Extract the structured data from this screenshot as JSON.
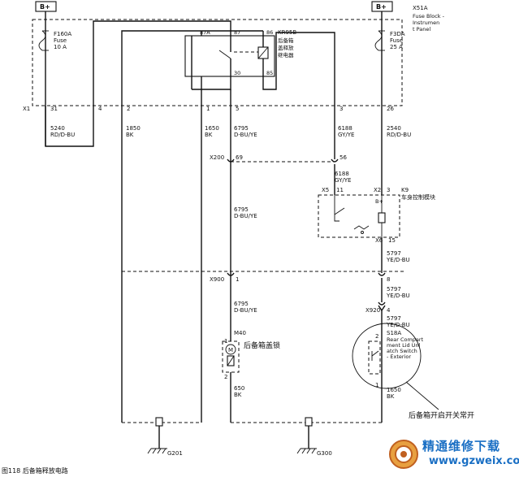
{
  "power": {
    "left": "B+",
    "right": "B+"
  },
  "fuse_block": {
    "id": "X51A",
    "name": "Fuse Block - Instrument Panel",
    "name_line1": "Fuse Block -",
    "name_line2": "Instrumen",
    "name_line3": "t Panel"
  },
  "fuse_left": {
    "id": "F160A",
    "type": "Fuse",
    "rating": "10 A"
  },
  "fuse_right": {
    "id": "F3DA",
    "type": "Fuse",
    "rating": "25 A"
  },
  "relay": {
    "id": "KR95B",
    "label_line1": "后备箱",
    "label_line2": "盖释放",
    "label_line3": "继电器",
    "pin_87a": "87A",
    "pin_87": "87",
    "pin_86": "86",
    "pin_30": "30",
    "pin_85": "85"
  },
  "connectors": {
    "x1": "X1",
    "x200": "X200",
    "x900": "X900",
    "x920": "X920",
    "x5": "X5",
    "x2": "X2",
    "x6": "X6"
  },
  "x1_pins": [
    "31",
    "4",
    "2",
    "1",
    "5",
    "3",
    "26"
  ],
  "x200_pins": {
    "left": "69",
    "right": "56"
  },
  "wires": {
    "w5240": {
      "circuit": "5240",
      "color": "RD/D-BU"
    },
    "w1850": {
      "circuit": "1850",
      "color": "BK"
    },
    "w1650": {
      "circuit": "1650",
      "color": "BK"
    },
    "w6795a": {
      "circuit": "6795",
      "color": "D-BU/YE"
    },
    "w6188a": {
      "circuit": "6188",
      "color": "GY/YE"
    },
    "w2540": {
      "circuit": "2540",
      "color": "RD/D-BU"
    },
    "w6188b": {
      "circuit": "6188",
      "color": "GY/YE"
    },
    "w6795b": {
      "circuit": "6795",
      "color": "D-BU/YE"
    },
    "w5797a": {
      "circuit": "5797",
      "color": "YE/D-BU"
    },
    "w5797b": {
      "circuit": "5797",
      "color": "YE/D-BU"
    },
    "w6795c": {
      "circuit": "6795",
      "color": "D-BU/YE"
    },
    "w5797c": {
      "circuit": "5797",
      "color": "YE/D-BU"
    },
    "w650": {
      "circuit": "650",
      "color": "BK"
    },
    "w1650b": {
      "circuit": "1650",
      "color": "BK"
    }
  },
  "bcm": {
    "id": "K9",
    "label": "车身控制模块",
    "power": "B+",
    "pin_x5": "11",
    "pin_x2": "3",
    "pin_x6": "15"
  },
  "x900_pins": {
    "left": "1",
    "right": "8"
  },
  "x920_pin": "4",
  "latch": {
    "id": "M40",
    "label": "后备箱盖锁",
    "pin_top": "1",
    "pin_bottom": "2",
    "symbol": "M"
  },
  "switch": {
    "id": "S18A",
    "name_line1": "Rear Compart",
    "name_line2": "ment Lid Unl",
    "name_line3": "atch Switch",
    "name_line4": "- Exterior",
    "label": "后备箱开启开关常开",
    "pin_top": "2",
    "pin_bottom": "1"
  },
  "grounds": {
    "g201": "G201",
    "g300": "G300"
  },
  "caption": "图118  后备箱释放电路",
  "watermark": {
    "title": "精通维修下载",
    "url": "www.gzweix.com"
  },
  "colors": {
    "line": "#111111",
    "watermark": "#1a6fc4"
  }
}
